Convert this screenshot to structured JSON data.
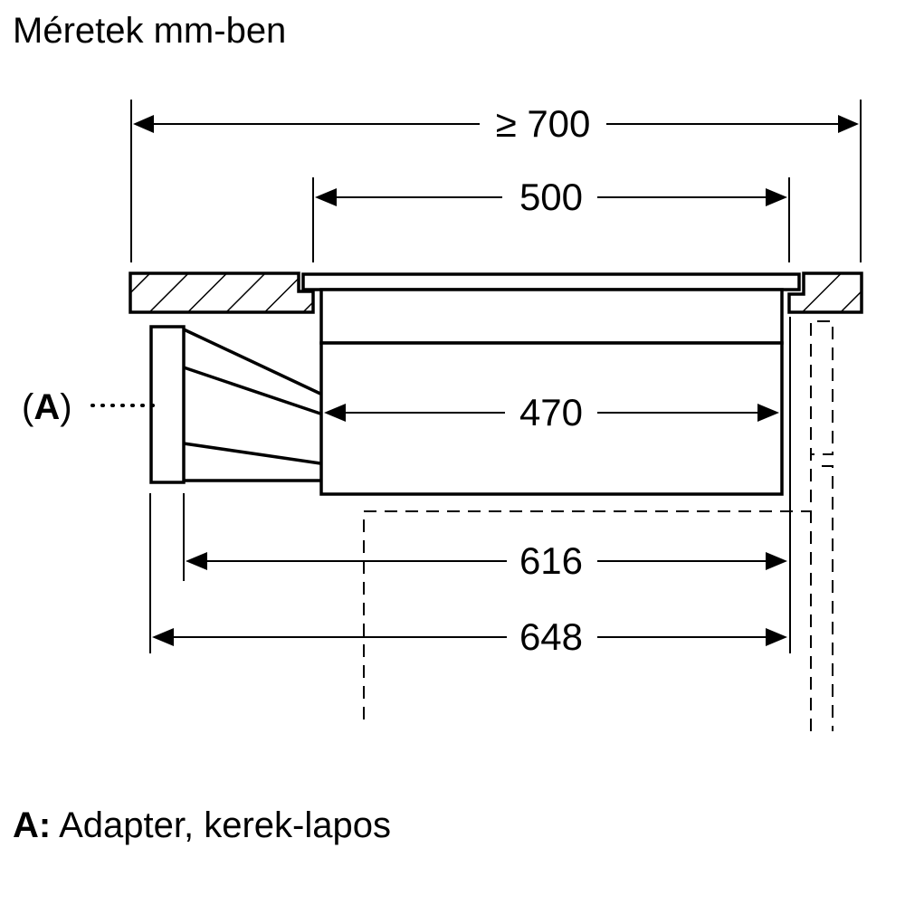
{
  "title": "Méretek mm-ben",
  "dimensions": {
    "cutout_min_width": "≥ 700",
    "cooktop_width": "500",
    "body_width": "470",
    "depth_with_adapter": "616",
    "total_depth_with_adapter": "648"
  },
  "callout": {
    "open_paren": "(",
    "letter": "A",
    "close_paren": ")"
  },
  "legend": {
    "key": "A:",
    "text": " Adapter, kerek-lapos"
  },
  "colors": {
    "line": "#000000",
    "background": "#ffffff"
  }
}
